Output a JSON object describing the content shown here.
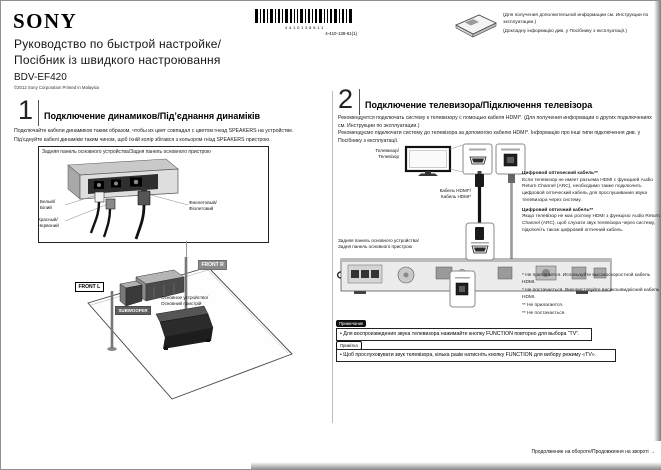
{
  "header": {
    "brand": "SONY",
    "barcode_digits": "4410138611",
    "part_number": "4-410-138-61(1)",
    "info_ru": "(Для получения дополнительной информации см. Инструкции по эксплуатации.)",
    "info_ua": "(Докладну інформацію див. у Посібнику з експлуатації.)",
    "title_ru": "Руководство по быстрой настройке/",
    "title_ua": "Посібник із швидкого настроювання",
    "model": "BDV-EF420",
    "imprint": "©2012 Sony Corporation   Printed in Malaysia"
  },
  "section1": {
    "number": "1",
    "title": "Подключение динамиков/Під’єднання динаміків",
    "body_ru": "Подключайте кабели динамиков таким образом, чтобы их цвет совпадал с цветом гнезд SPEAKERS на устройстве.",
    "body_ua": "Під’єднуйте кабелі динаміків таким чином, щоб їхній колір збігався з кольором гнізд SPEAKERS пристрою.",
    "panel_label": "Задняя панель основного устройства/Задня панель основного пристрою",
    "labels": {
      "white": "Белый/\nБілий",
      "red": "Красный/\nЧервоний",
      "purple": "Фиолетовый/\nФіолетовий"
    },
    "room": {
      "front_l": "FRONT L",
      "front_r": "FRONT R",
      "subwoofer": "SUBWOOFER",
      "main_unit": "Основное устройство/\nОсновний пристрій"
    }
  },
  "section2": {
    "number": "2",
    "title": "Подключение телевизора/Підключення телевізора",
    "body_ru": "Рекомендуется подключать систему к телевизору с помощью кабеля HDMI*. (Для получения информации о других подключениях см. Инструкции по эксплуатации.)",
    "body_ua": "Рекомендуємо підключати систему до телевізора за допомогою кабелю HDMI*. Інформацію про інші типи підключення див. у Посібнику з експлуатації.",
    "tv_label": "Телевизор/\nТелевізор",
    "hdmi_cable_label": "Кабель HDMI*/\nКабель HDMI*",
    "optical": {
      "title_ru": "Цифровой оптический кабель**",
      "body_ru": "Если телевизор не имеет разъема HDMI с функцией Audio Return Channel (ARC), необходимо также подключить цифровой оптический кабель для прослушивания звука телевизора через систему.",
      "title_ua": "Цифровий оптичний кабель**",
      "body_ua": "Якщо телевізор не має роз’єму HDMI з функцією Audio Return Channel (ARC), щоб слухати звук телевізора через систему, підключіть також цифровий оптичний кабель."
    },
    "panel_label": "Задняя панель основного устройства/\nЗадня панель основного пристрою",
    "footnotes": [
      "* Не прилагается. Используйте высокоскоростной кабель HDMI.",
      "* Не постачається. Використовуйте високошвидкісний кабель HDMI.",
      "** Не прилагается.",
      "** Не постачається."
    ],
    "note_ru_tab": "Примечание",
    "note_ru": "• Для воспроизведения звука телевизора нажимайте кнопку FUNCTION повторно для выбора “TV”.",
    "note_ua_tab": "Примітка",
    "note_ua": "• Щоб прослуховувати звук телевізора, кілька разів натисніть кнопку FUNCTION для вибору режиму «TV»."
  },
  "footer": {
    "continue_text": "Продолжение на обороте/Продовження на звороті →"
  }
}
